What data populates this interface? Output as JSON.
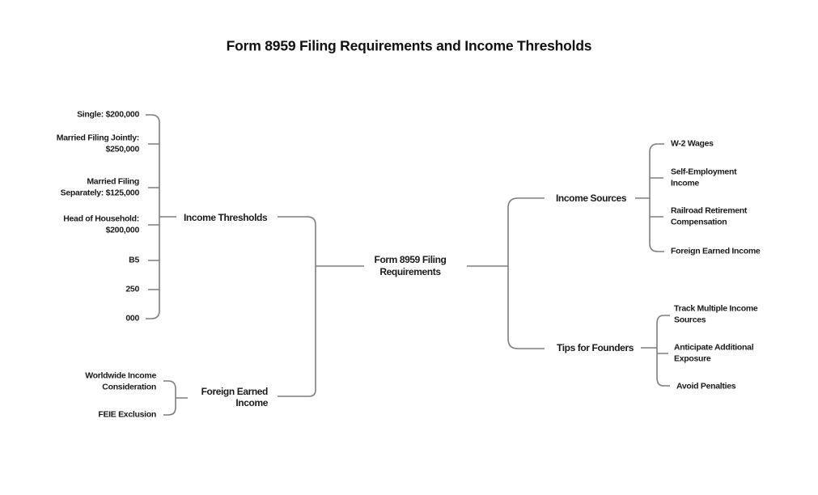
{
  "title": "Form 8959 Filing Requirements and Income Thresholds",
  "diagram": {
    "type": "mindmap",
    "colors": {
      "line": "#7d7d7d",
      "text": "#1a1a1a",
      "background": "#ffffff"
    },
    "root": {
      "label": "Form 8959 Filing\nRequirements"
    },
    "left_branches": [
      {
        "label": "Income Thresholds",
        "children": [
          {
            "label": "Single: $200,000"
          },
          {
            "label": "Married Filing Jointly:\n$250,000"
          },
          {
            "label": "Married Filing\nSeparately: $125,000"
          },
          {
            "label": "Head of Household:\n$200,000"
          },
          {
            "label": "B5"
          },
          {
            "label": "250"
          },
          {
            "label": "000"
          }
        ]
      },
      {
        "label": "Foreign Earned\nIncome",
        "children": [
          {
            "label": "Worldwide Income\nConsideration"
          },
          {
            "label": "FEIE Exclusion"
          }
        ]
      }
    ],
    "right_branches": [
      {
        "label": "Income Sources",
        "children": [
          {
            "label": "W-2 Wages"
          },
          {
            "label": "Self-Employment\nIncome"
          },
          {
            "label": "Railroad Retirement\nCompensation"
          },
          {
            "label": "Foreign Earned Income"
          }
        ]
      },
      {
        "label": "Tips for Founders",
        "children": [
          {
            "label": "Track Multiple Income\nSources"
          },
          {
            "label": "Anticipate Additional\nExposure"
          },
          {
            "label": "Avoid Penalties"
          }
        ]
      }
    ]
  }
}
